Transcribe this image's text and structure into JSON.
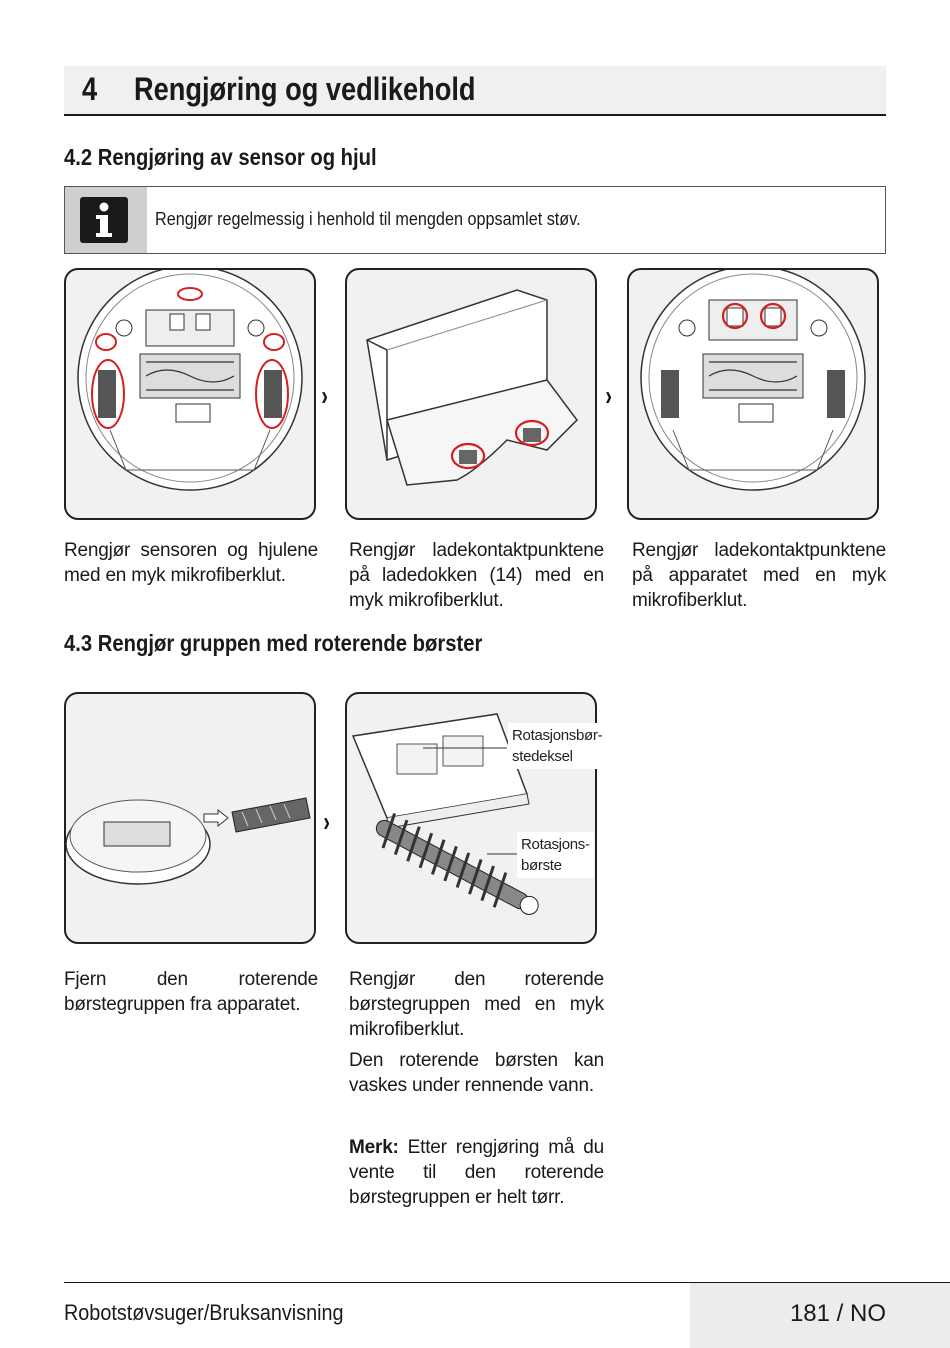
{
  "chapter": {
    "number": "4",
    "title": "Rengjøring og vedlikehold"
  },
  "section_4_2": {
    "title": "4.2 Rengjøring av sensor og hjul",
    "info_text": "Rengjør regelmessig i henhold til mengden oppsamlet støv.",
    "captions": [
      "Rengjør sensoren og hjulene med en myk mikrofiberklut.",
      "Rengjør ladekontaktpunktene på ladedokken (14) med en myk mikrofiberklut.",
      "Rengjør ladekontaktpunktene på apparatet med en myk mikrofiberklut."
    ]
  },
  "section_4_3": {
    "title": "4.3 Rengjør gruppen med roterende børster",
    "callout_cover": [
      "Rotasjonsbør-",
      "stedeksel"
    ],
    "callout_brush": [
      "Rotasjons-",
      "børste"
    ],
    "caption_left": "Fjern den roterende børstegruppen fra apparatet.",
    "caption_mid_1": "Rengjør den roterende børstegruppen med en myk mikrofiberklut.",
    "caption_mid_2": "Den roterende børsten kan vaskes under rennende vann.",
    "note_label": "Merk:",
    "note_text": " Etter rengjøring må du vente til den roterende børstegruppen er helt tørr."
  },
  "icons": {
    "info": "info-icon",
    "arrow": "chevron-right-icon"
  },
  "arrow_glyph": "›",
  "colors": {
    "highlight": "#d42020",
    "frame_bg": "#f1f1f1",
    "header_bg": "#f0f0f0"
  },
  "footer": {
    "left": "Robotstøvsuger/Bruksanvisning",
    "right": "181 / NO"
  }
}
